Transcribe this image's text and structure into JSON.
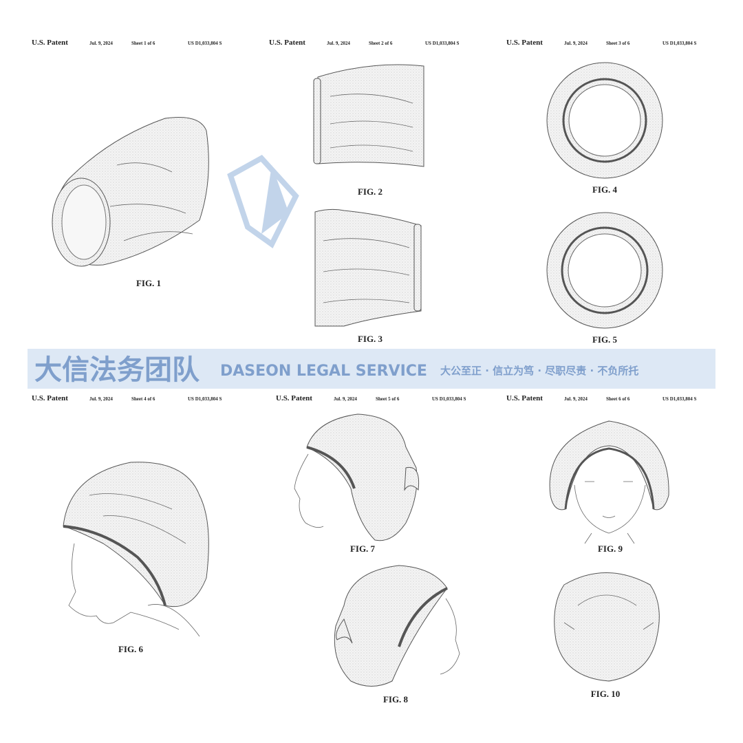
{
  "sheets": [
    {
      "title": "U.S. Patent",
      "date": "Jul. 9, 2024",
      "sheet": "Sheet 1 of 6",
      "number": "US D1,033,804 S"
    },
    {
      "title": "U.S. Patent",
      "date": "Jul. 9, 2024",
      "sheet": "Sheet 2 of 6",
      "number": "US D1,033,804 S"
    },
    {
      "title": "U.S. Patent",
      "date": "Jul. 9, 2024",
      "sheet": "Sheet 3 of 6",
      "number": "US D1,033,804 S"
    },
    {
      "title": "U.S. Patent",
      "date": "Jul. 9, 2024",
      "sheet": "Sheet 4 of 6",
      "number": "US D1,033,804 S"
    },
    {
      "title": "U.S. Patent",
      "date": "Jul. 9, 2024",
      "sheet": "Sheet 5 of 6",
      "number": "US D1,033,804 S"
    },
    {
      "title": "U.S. Patent",
      "date": "Jul. 9, 2024",
      "sheet": "Sheet 6 of 6",
      "number": "US D1,033,804 S"
    }
  ],
  "figures": [
    "FIG. 1",
    "FIG. 2",
    "FIG. 3",
    "FIG. 4",
    "FIG. 5",
    "FIG. 6",
    "FIG. 7",
    "FIG. 8",
    "FIG. 9",
    "FIG. 10"
  ],
  "watermark": {
    "name_cn": "大信法务团队",
    "name_en": "DASEON LEGAL SERVICE",
    "slogan": "大公至正 · 信立为笃 · 尽职尽责 · 不负所托",
    "color": "#9bb8dd"
  }
}
